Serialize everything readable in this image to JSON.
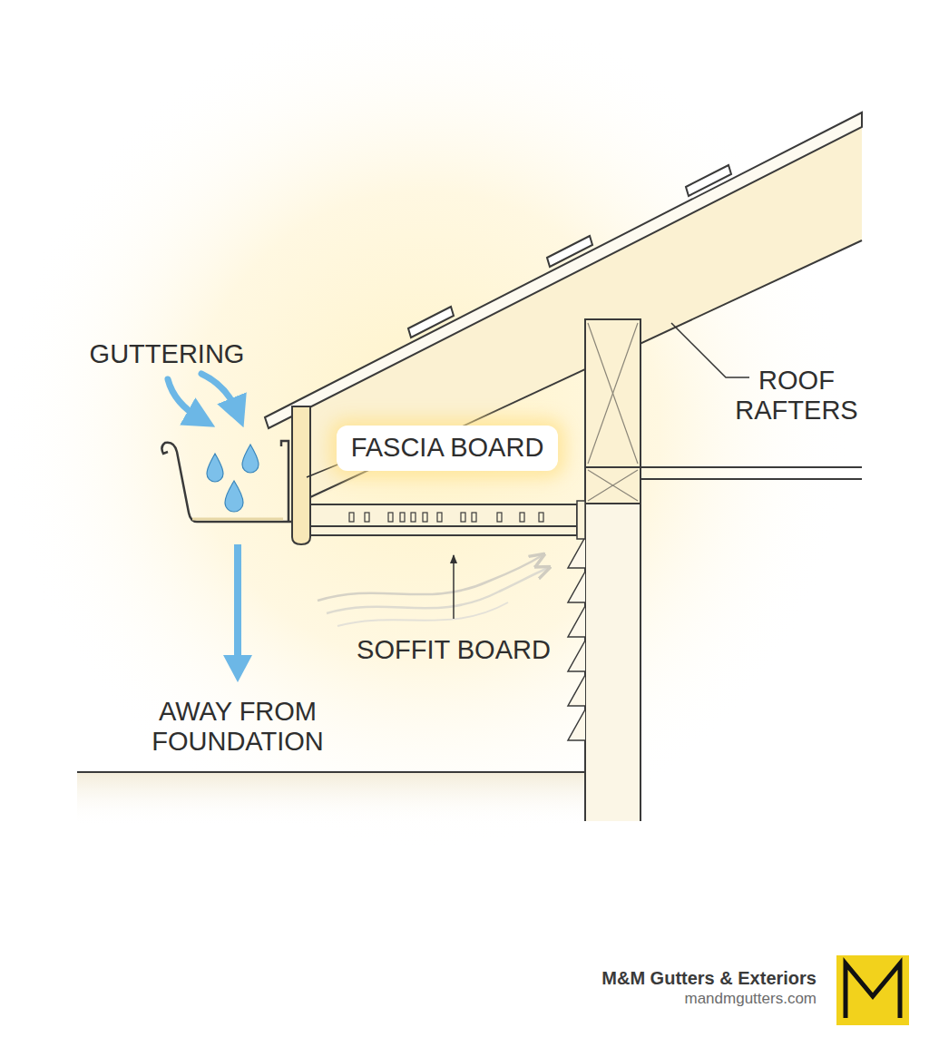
{
  "diagram": {
    "nodes": [
      {
        "text": [
          "FASCIA BOARD"
        ]
      }
    ],
    "labels": [
      "GUTTERING",
      "ROOF RAFTERS",
      "SOFFIT BOARD",
      "AWAY FROM FOUNDATION",
      "M&M Gutters & Exteriors",
      "mandmgutters.com"
    ]
  }
}
